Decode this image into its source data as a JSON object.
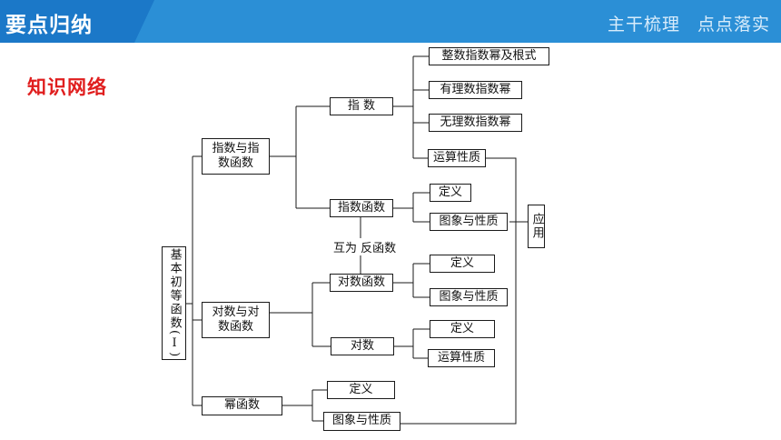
{
  "header": {
    "title": "要点归纳",
    "right": "主干梳理 点点落实"
  },
  "section_title": "知识网络",
  "diagram": {
    "root": "基本初等函数(Ⅰ)",
    "exp_group": "指数与指数函数",
    "log_group": "对数与对数函数",
    "power": "幂函数",
    "exponent": "指 数",
    "exp_func": "指数函数",
    "log_func": "对数函数",
    "logarithm": "对数",
    "int_exp_root": "整数指数幂及根式",
    "rational_exp": "有理数指数幂",
    "irrational_exp": "无理数指数幂",
    "exp_ops": "运算性质",
    "exp_def": "定义",
    "exp_graph": "图象与性质",
    "inverse_label": "互为 反函数",
    "log_def": "定义",
    "log_graph": "图象与性质",
    "log_value_def": "定义",
    "log_ops": "运算性质",
    "power_def": "定义",
    "power_graph": "图象与性质",
    "application": "应用"
  }
}
